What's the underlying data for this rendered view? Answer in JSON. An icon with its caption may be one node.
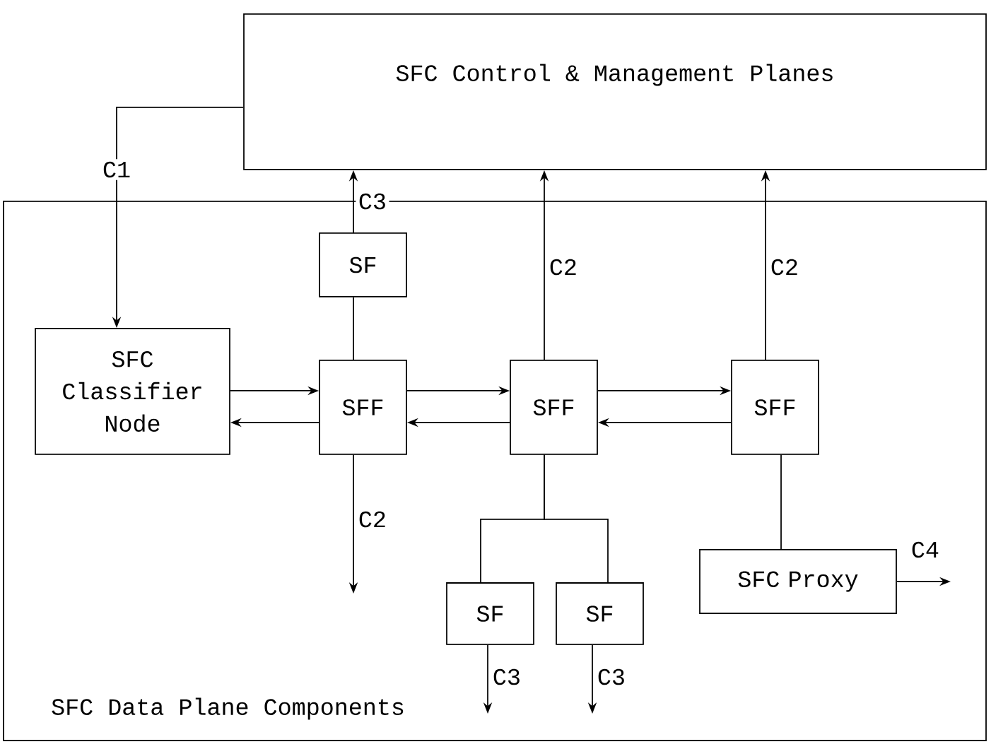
{
  "diagram": {
    "nodes": [
      {
        "text": [
          "SFC Control & Management Planes"
        ]
      },
      {
        "text": [
          "SFC Data Plane Components"
        ]
      },
      {
        "text": [
          "SFC Classifier Node"
        ],
        "in": 1
      },
      {
        "text": [
          "SF"
        ],
        "in": 1
      },
      {
        "text": [
          "SFF"
        ],
        "in": 1
      },
      {
        "text": [
          "SFF"
        ],
        "in": 1
      },
      {
        "text": [
          "SFF"
        ],
        "in": 1
      },
      {
        "text": [
          "SF"
        ],
        "in": 1
      },
      {
        "text": [
          "SF"
        ],
        "in": 1
      },
      {
        "text": [
          "SFC Proxy"
        ],
        "in": 1
      }
    ],
    "edges": [
      {
        "from": 0,
        "to": 2,
        "arrow": "to",
        "label": "C1"
      },
      {
        "from": 3,
        "to": 0,
        "arrow": "to",
        "label": "C3"
      },
      {
        "from": 3,
        "to": 4,
        "arrow": "none"
      },
      {
        "from": 5,
        "to": 0,
        "arrow": "to",
        "label": "C2"
      },
      {
        "from": 6,
        "to": 0,
        "arrow": "to",
        "label": "C2"
      },
      {
        "from": 2,
        "to": 4,
        "arrow": "to"
      },
      {
        "from": 4,
        "to": 2,
        "arrow": "to"
      },
      {
        "from": 4,
        "to": 5,
        "arrow": "to"
      },
      {
        "from": 5,
        "to": 4,
        "arrow": "to"
      },
      {
        "from": 5,
        "to": 6,
        "arrow": "to"
      },
      {
        "from": 6,
        "to": 5,
        "arrow": "to"
      },
      {
        "from": 4,
        "to": null,
        "arrow": "to",
        "label": "C2"
      },
      {
        "from": 5,
        "to": 7,
        "arrow": "none"
      },
      {
        "from": 5,
        "to": 8,
        "arrow": "none"
      },
      {
        "from": 6,
        "to": 9,
        "arrow": "none"
      },
      {
        "from": 9,
        "to": null,
        "arrow": "to",
        "label": "C4"
      },
      {
        "from": 7,
        "to": null,
        "arrow": "to",
        "label": "C3"
      },
      {
        "from": 8,
        "to": null,
        "arrow": "to",
        "label": "C3"
      }
    ]
  }
}
